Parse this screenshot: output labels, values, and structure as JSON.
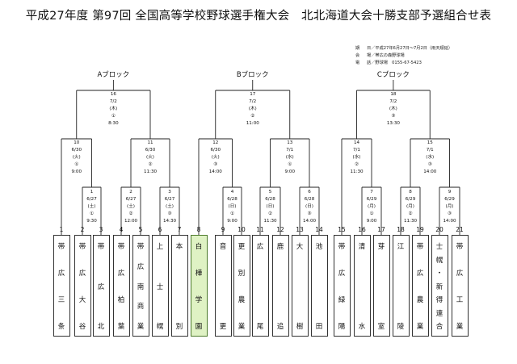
{
  "title": "平成27年度 第97回 全国高等学校野球選手権大会　北北海道大会十勝支部予選組合せ表",
  "info": [
    {
      "key": "期",
      "value": "日／平成27年6月27日〜7月2日（雨天順延）"
    },
    {
      "key": "会",
      "value": "場／帯広の森野球場"
    },
    {
      "key": "電",
      "value": "話／野球場　0155-67-5423"
    }
  ],
  "blocks": [
    "Aブロック",
    "Bブロック",
    "Cブロック"
  ],
  "finals": [
    {
      "lines": [
        "16",
        "7/2",
        "(木)",
        "①",
        "8:30"
      ]
    },
    {
      "lines": [
        "17",
        "7/2",
        "(木)",
        "②",
        "11:00"
      ]
    },
    {
      "lines": [
        "18",
        "7/2",
        "(木)",
        "③",
        "13:30"
      ]
    }
  ],
  "semis": [
    {
      "lines": [
        "10",
        "6/30",
        "(火)",
        "①",
        "9:00"
      ]
    },
    {
      "lines": [
        "11",
        "6/30",
        "(火)",
        "②",
        "11:30"
      ]
    },
    {
      "lines": [
        "12",
        "6/30",
        "(火)",
        "③",
        "14:00"
      ]
    },
    {
      "lines": [
        "13",
        "7/1",
        "(水)",
        "①",
        "9:00"
      ]
    },
    {
      "lines": [
        "14",
        "7/1",
        "(水)",
        "②",
        "11:30"
      ]
    },
    {
      "lines": [
        "15",
        "7/1",
        "(水)",
        "③",
        "14:00"
      ]
    }
  ],
  "firsts": [
    {
      "lines": [
        "1",
        "6/27",
        "(土)",
        "①",
        "9:30"
      ]
    },
    {
      "lines": [
        "2",
        "6/27",
        "(土)",
        "②",
        "12:00"
      ]
    },
    {
      "lines": [
        "3",
        "6/27",
        "(土)",
        "③",
        "14:30"
      ]
    },
    {
      "lines": [
        "4",
        "6/28",
        "(日)",
        "①",
        "9:00"
      ]
    },
    {
      "lines": [
        "5",
        "6/28",
        "(日)",
        "②",
        "11:30"
      ]
    },
    {
      "lines": [
        "6",
        "6/28",
        "(日)",
        "③",
        "14:00"
      ]
    },
    {
      "lines": [
        "7",
        "6/29",
        "(月)",
        "①",
        "9:00"
      ]
    },
    {
      "lines": [
        "8",
        "6/29",
        "(月)",
        "②",
        "11:30"
      ]
    },
    {
      "lines": [
        "9",
        "6/29",
        "(月)",
        "③",
        "14:00"
      ]
    }
  ],
  "teams": [
    {
      "num": "1",
      "chars": [
        "帯",
        "広",
        "三",
        "条"
      ]
    },
    {
      "num": "2",
      "chars": [
        "帯",
        "広",
        "大",
        "谷"
      ]
    },
    {
      "num": "3",
      "chars": [
        "帯",
        "広",
        "北"
      ]
    },
    {
      "num": "4",
      "chars": [
        "帯",
        "広",
        "柏",
        "葉"
      ]
    },
    {
      "num": "5",
      "chars": [
        "帯",
        "広",
        "南",
        "商",
        "業"
      ]
    },
    {
      "num": "6",
      "chars": [
        "上",
        "士",
        "幌"
      ]
    },
    {
      "num": "7",
      "chars": [
        "本",
        "別"
      ]
    },
    {
      "num": "8",
      "chars": [
        "白",
        "樺",
        "学",
        "園"
      ]
    },
    {
      "num": "9",
      "chars": [
        "音",
        "更"
      ]
    },
    {
      "num": "10",
      "chars": [
        "更",
        "別",
        "農",
        "業"
      ]
    },
    {
      "num": "11",
      "chars": [
        "広",
        "尾"
      ]
    },
    {
      "num": "12",
      "chars": [
        "鹿",
        "追"
      ]
    },
    {
      "num": "13",
      "chars": [
        "大",
        "樹"
      ]
    },
    {
      "num": "14",
      "chars": [
        "池",
        "田"
      ]
    },
    {
      "num": "15",
      "chars": [
        "帯",
        "広",
        "緑",
        "陽"
      ]
    },
    {
      "num": "16",
      "chars": [
        "清",
        "水"
      ]
    },
    {
      "num": "17",
      "chars": [
        "芽",
        "室"
      ]
    },
    {
      "num": "18",
      "chars": [
        "江",
        "陵"
      ]
    },
    {
      "num": "19",
      "chars": [
        "帯",
        "広",
        "農",
        "業"
      ]
    },
    {
      "num": "20",
      "chars": [
        "士",
        "幌",
        "・",
        "新",
        "得",
        "連",
        "合"
      ]
    },
    {
      "num": "21",
      "chars": [
        "帯",
        "広",
        "工",
        "業"
      ]
    }
  ],
  "colors": {
    "highlight_bg": "#dff2c4",
    "highlight_border": "#4d7a2d"
  }
}
